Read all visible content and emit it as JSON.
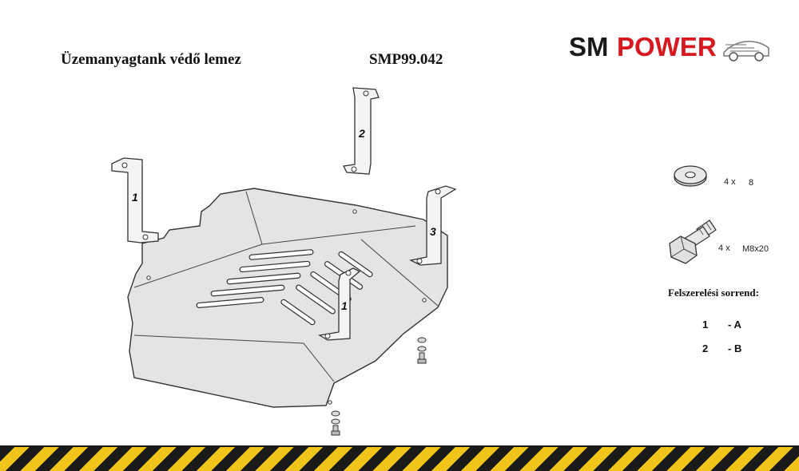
{
  "header": {
    "title": "Üzemanyagtank védő lemez",
    "code": "SMP99.042"
  },
  "logo": {
    "part1": "SM",
    "part2": "POWER",
    "color_dark": "#1a1a1a",
    "color_accent": "#d8181f"
  },
  "diagram": {
    "bracket_labels": [
      "1",
      "2",
      "3",
      "1"
    ]
  },
  "parts": [
    {
      "icon": "washer-icon",
      "qty": "4 x",
      "size": "8"
    },
    {
      "icon": "bolt-icon",
      "qty": "4 x",
      "size": "M8x20"
    }
  ],
  "order": {
    "title": "Felszerelési sorrend:",
    "rows": [
      {
        "num": "1",
        "code": "- A"
      },
      {
        "num": "2",
        "code": "- B"
      }
    ]
  },
  "colors": {
    "hazard_yellow": "#f0c419",
    "hazard_black": "#1a1a1a",
    "plate_fill": "#e4e4e4"
  }
}
